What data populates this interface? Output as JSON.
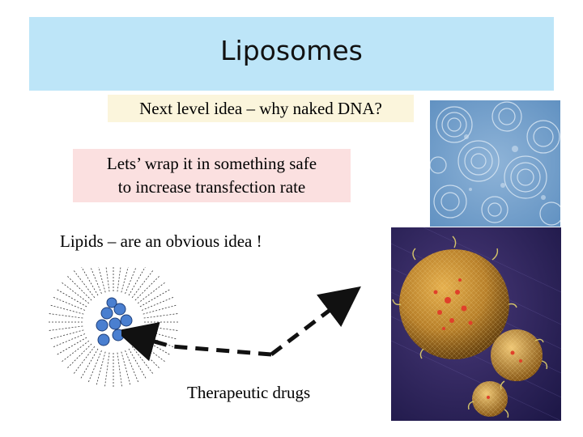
{
  "slide": {
    "title": "Liposomes",
    "point1": "Next level idea – why naked DNA?",
    "point2_line1": "Lets’ wrap it in something safe",
    "point2_line2": "to increase transfection rate",
    "point3": "Lipids – are an obvious idea !",
    "caption": "Therapeutic drugs"
  },
  "colors": {
    "title_bg": "#bde5f8",
    "point1_bg": "#fbf5dc",
    "point2_bg": "#fbe0e0",
    "drug_dot": "#4a7fd0"
  },
  "icons": [
    "dashed-arrow-icon"
  ]
}
